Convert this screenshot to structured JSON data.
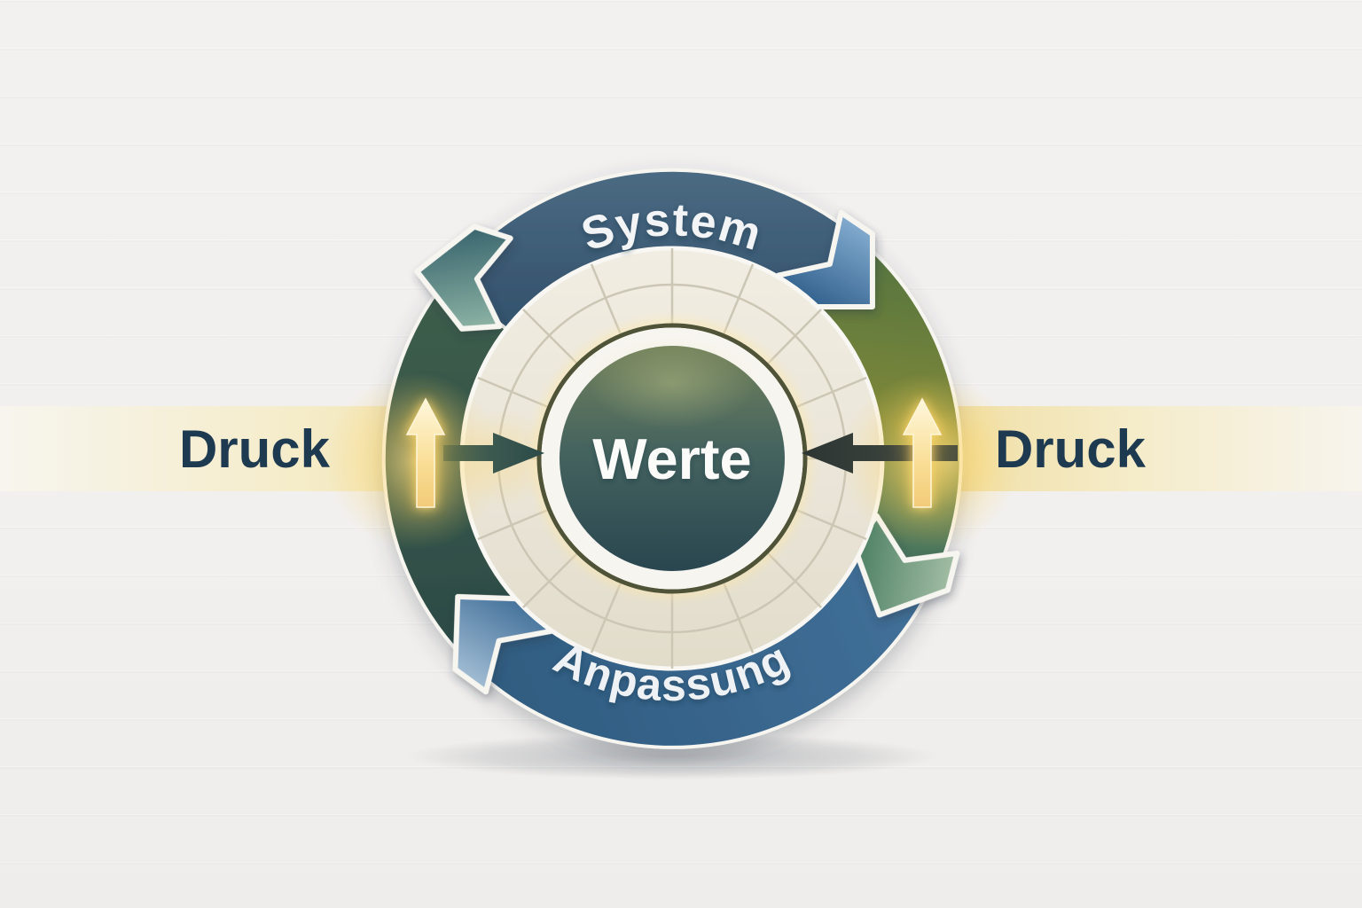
{
  "diagram": {
    "center": {
      "label": "Werte",
      "bg_color": "#3f5f5b",
      "text_color": "#fafbf9"
    },
    "cycle": {
      "top_arc": {
        "label": "System",
        "color": "#3c5a74"
      },
      "bottom_arc": {
        "label": "Anpassung",
        "color": "#38658c"
      },
      "left_arc": {
        "color": "#335248",
        "icon": "up-arrow-icon"
      },
      "right_arc": {
        "color": "#74813a",
        "icon": "up-arrow-icon"
      },
      "arrowheads": [
        {
          "position": "top-right",
          "icon": "cycle-arrowhead-icon",
          "color": "#4f7ea8"
        },
        {
          "position": "bottom-right",
          "icon": "cycle-arrowhead-icon",
          "color": "#6f9a7e"
        },
        {
          "position": "bottom-left",
          "icon": "cycle-arrowhead-icon",
          "color": "#6f9ac0"
        },
        {
          "position": "top-left",
          "icon": "cycle-arrowhead-icon",
          "color": "#5f8f82"
        }
      ]
    },
    "pressure_bands": {
      "left": {
        "label": "Druck"
      },
      "right": {
        "label": "Druck"
      },
      "band_color": "#f3e7bd",
      "text_color": "#1d3a50"
    },
    "inward_arrows": {
      "left_icon": "arrow-into-center-icon",
      "right_icon": "arrow-into-center-icon",
      "color": "#35524d"
    },
    "inner_ring": {
      "segment_color": "#eae5d8",
      "rows": 2,
      "segments_per_row": 16
    },
    "accents": {
      "gold_glow": "#ffd76a",
      "background": "#f2f0ee",
      "outline": "#f7f5f0"
    }
  }
}
